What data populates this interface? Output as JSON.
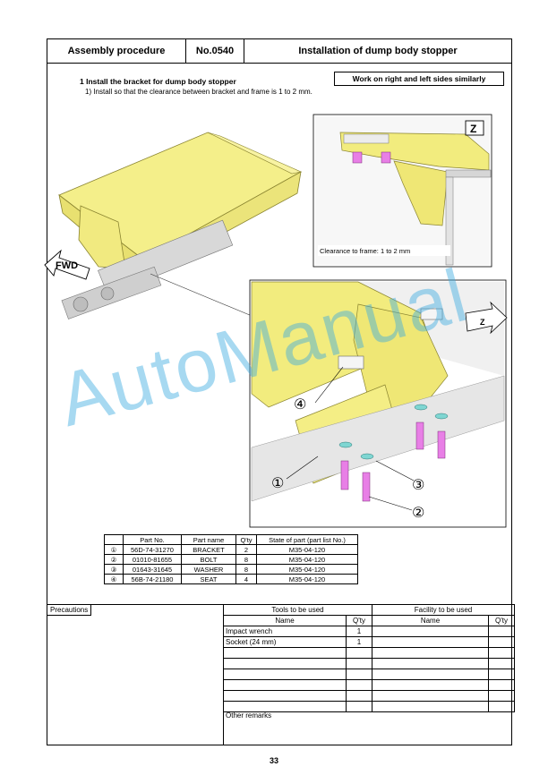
{
  "header": {
    "procedure_label": "Assembly procedure",
    "number": "No.0540",
    "title": "Installation of dump body stopper"
  },
  "step": {
    "title": "1 Install the bracket for dump body stopper",
    "note": "Work on right and left sides similarly",
    "substep": "1) Install so that the clearance between bracket and frame is 1 to 2 mm."
  },
  "figure": {
    "fwd": "FWD",
    "view_z": "Z",
    "clearance": "Clearance to frame: 1 to 2 mm",
    "callouts": [
      "①",
      "②",
      "③",
      "④"
    ]
  },
  "parts_table": {
    "headers": [
      "",
      "Part No.",
      "Part name",
      "Q'ty",
      "State of part (part list No.)"
    ],
    "rows": [
      [
        "①",
        "56D-74-31270",
        "BRACKET",
        "2",
        "M35-04-120"
      ],
      [
        "②",
        "01010-81655",
        "BOLT",
        "8",
        "M35-04-120"
      ],
      [
        "③",
        "01643-31645",
        "WASHER",
        "8",
        "M35-04-120"
      ],
      [
        "④",
        "56B-74-21180",
        "SEAT",
        "4",
        "M35-04-120"
      ]
    ]
  },
  "lower": {
    "precautions": "Precautions",
    "tools_title": "Tools to be used",
    "facility_title": "Facility to be used",
    "name_col": "Name",
    "qty_col": "Q'ty",
    "tools": [
      {
        "name": "Impact wrench",
        "qty": "1"
      },
      {
        "name": "Socket (24 mm)",
        "qty": "1"
      }
    ],
    "other_remarks": "Other remarks"
  },
  "page_number": "33",
  "watermark": "AutoManual"
}
